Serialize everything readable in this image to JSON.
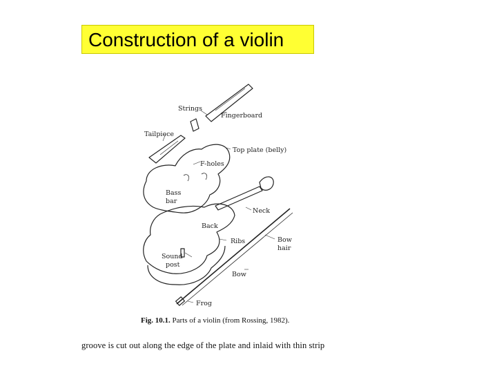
{
  "slide": {
    "title": "Construction of a violin",
    "title_bg": "#ffff33"
  },
  "figure": {
    "labels": {
      "strings": "Strings",
      "fingerboard": "Fingerboard",
      "tailpiece": "Tailpiece",
      "top_plate": "Top plate (belly)",
      "f_holes": "F-holes",
      "bass_bar_1": "Bass",
      "bass_bar_2": "bar",
      "neck": "Neck",
      "back": "Back",
      "ribs": "Ribs",
      "bow_hair_1": "Bow",
      "bow_hair_2": "hair",
      "sound_post_1": "Sound",
      "sound_post_2": "post",
      "bow": "Bow",
      "frog": "Frog"
    },
    "caption_number": "Fig. 10.1.",
    "caption_text": "Parts of a violin (from Rossing, 1982)."
  },
  "body_text": "groove is cut out along the edge of the plate and inlaid with thin strip"
}
